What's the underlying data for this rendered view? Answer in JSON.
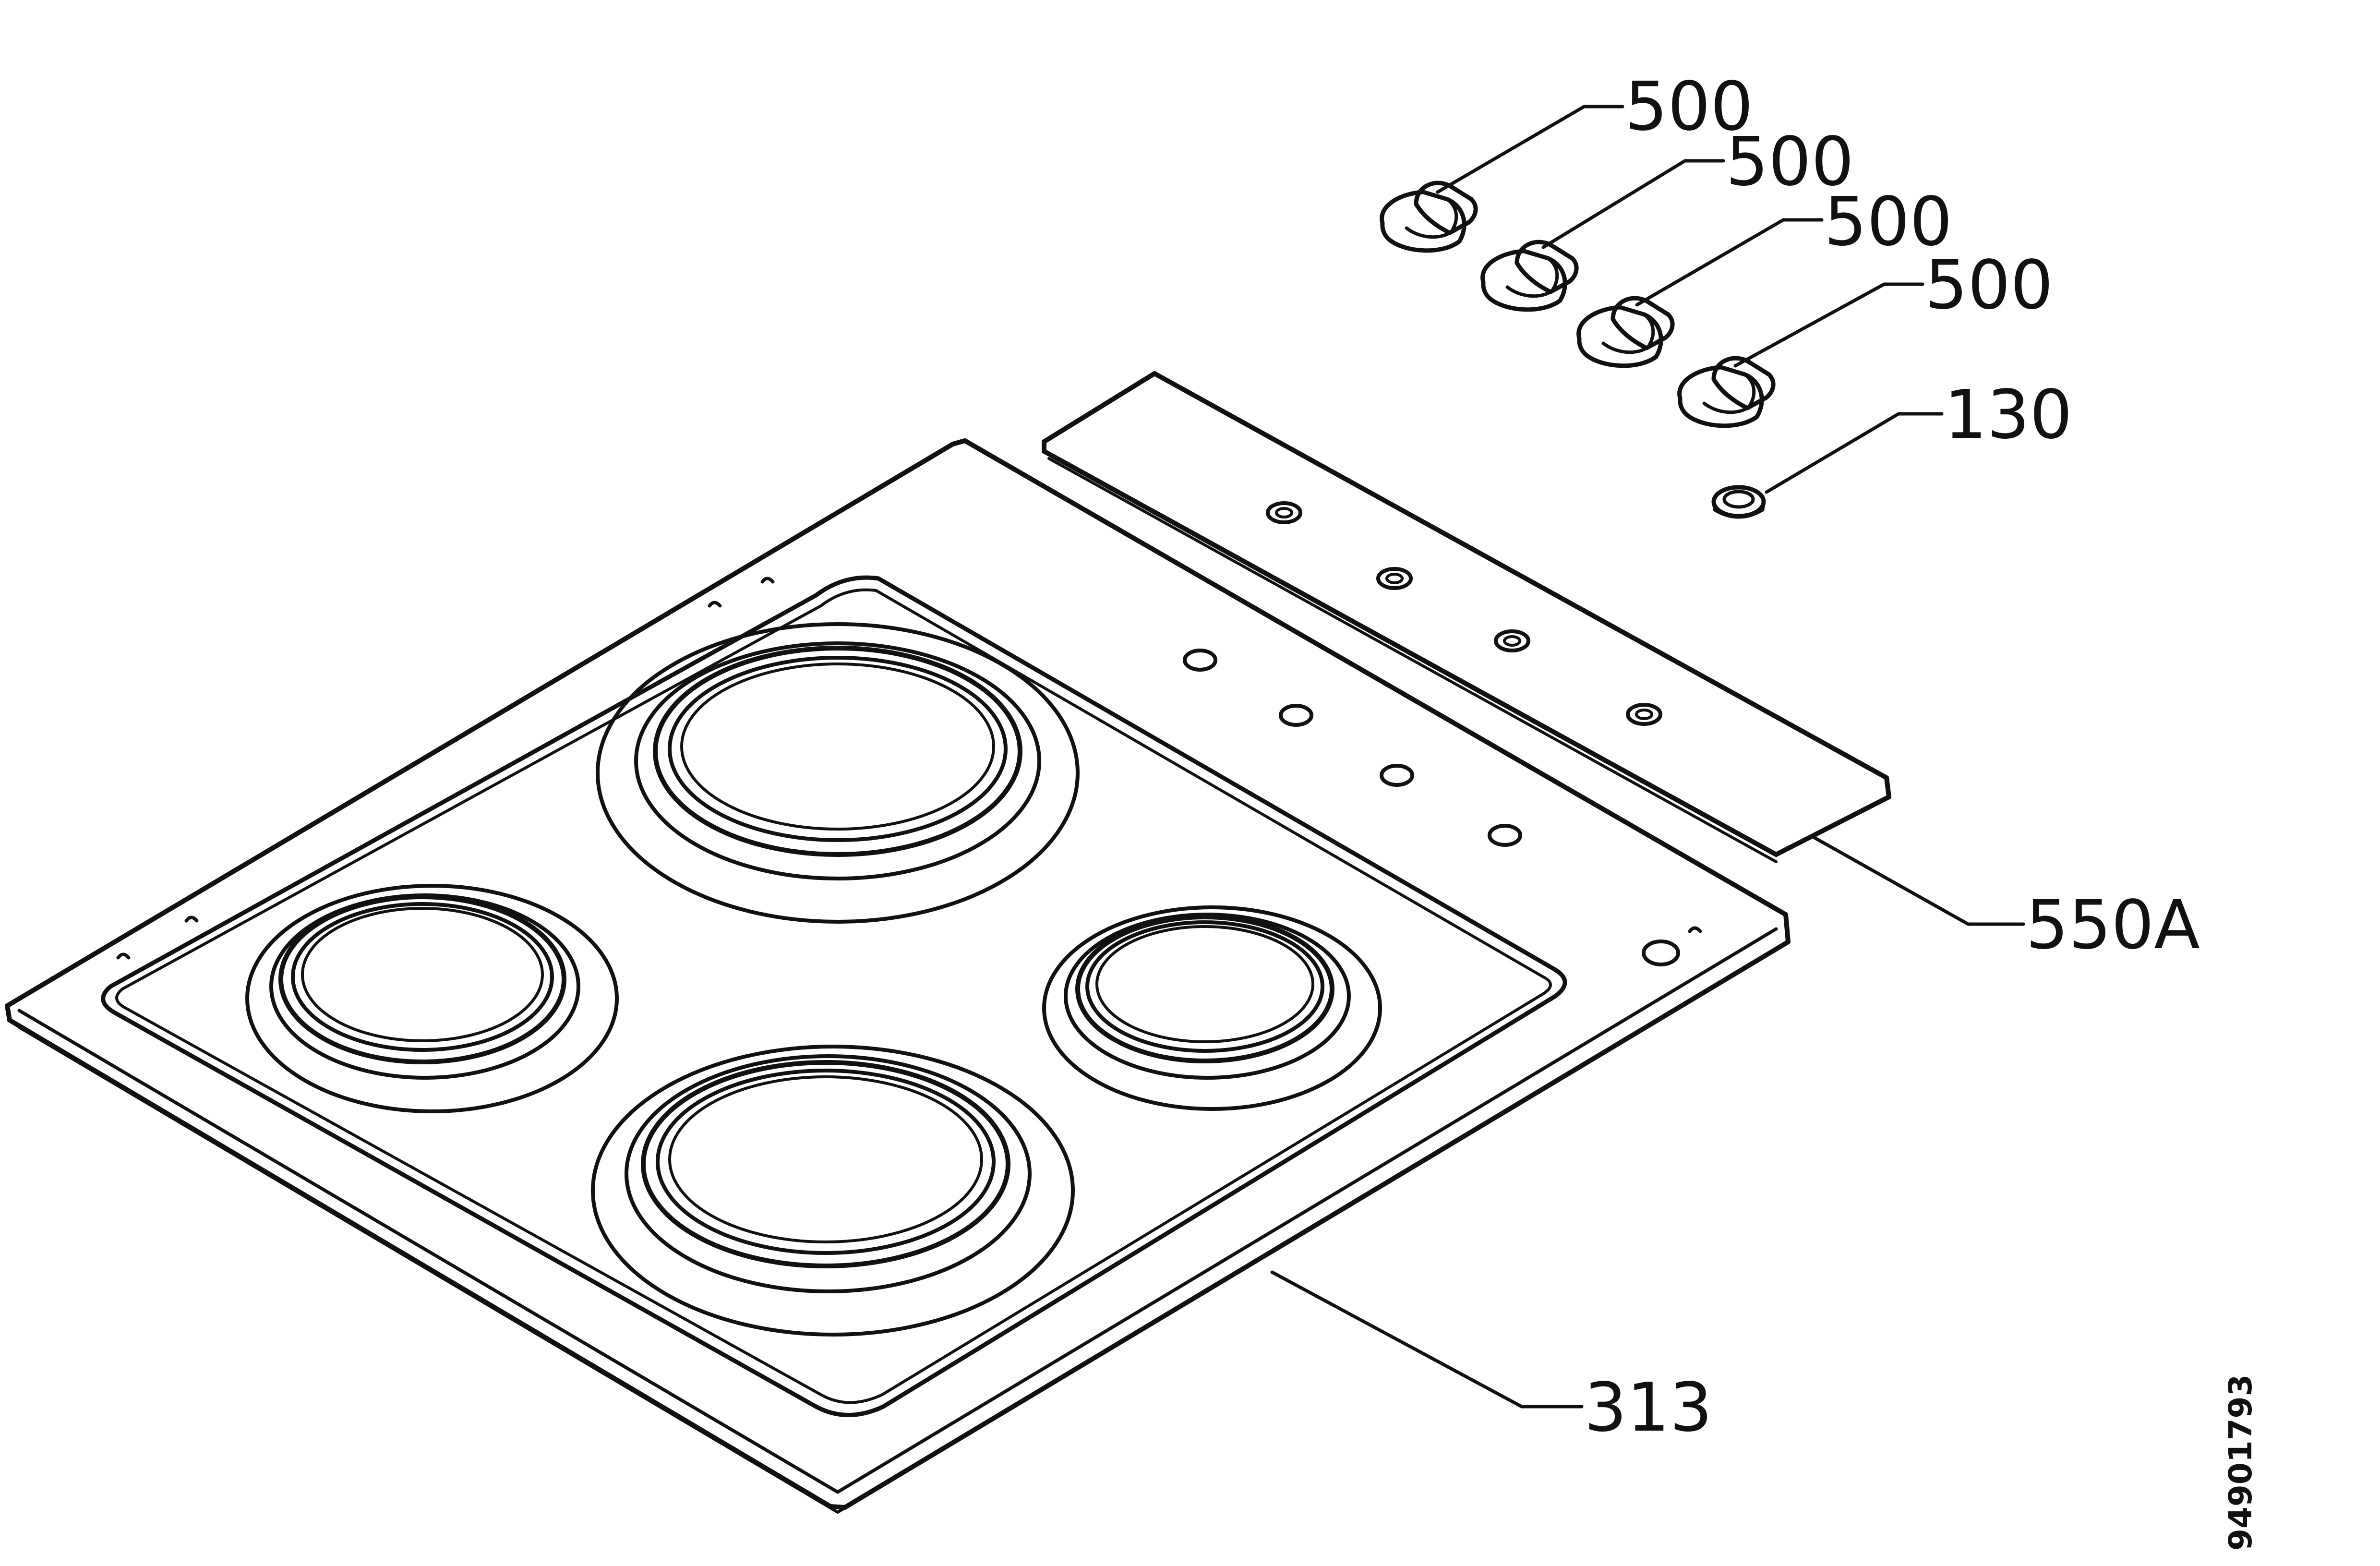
{
  "diagram": {
    "labels": {
      "knob_1": "500",
      "knob_2": "500",
      "knob_3": "500",
      "knob_4": "500",
      "nut": "130",
      "control_strip": "550A",
      "hob_top": "313"
    },
    "document_code": "94901793",
    "colors": {
      "ink": "#111111",
      "background": "#ffffff"
    }
  }
}
